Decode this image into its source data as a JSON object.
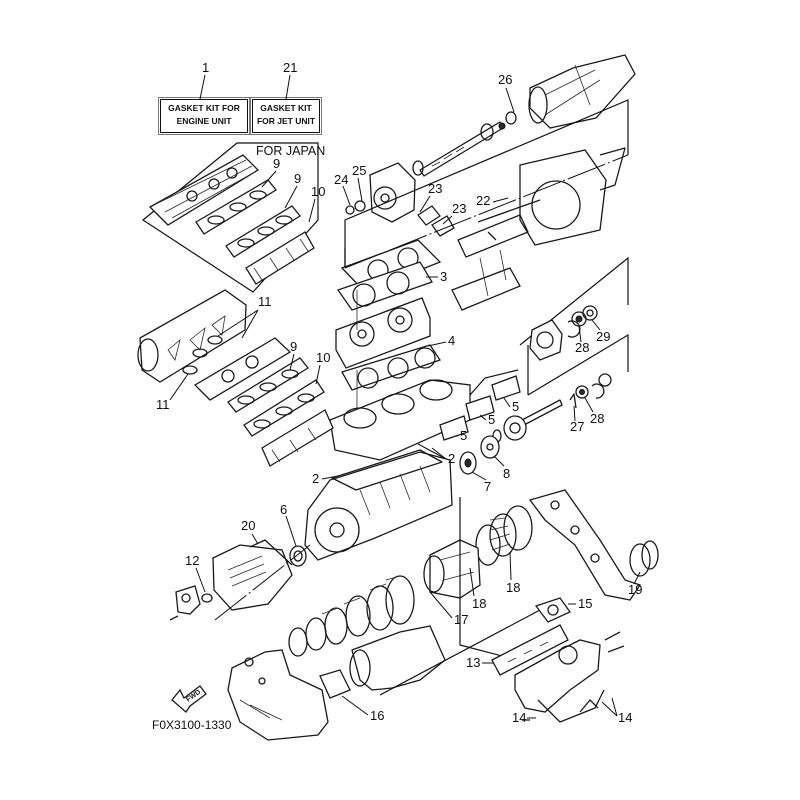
{
  "diagram": {
    "title": "Gasket kit exploded parts diagram",
    "drawing_code": "F0X3100-1330",
    "region_note": "FOR JAPAN",
    "direction_label": "FWD",
    "kits": [
      {
        "ref": "1",
        "lines": [
          "GASKET KIT FOR",
          "ENGINE UNIT"
        ]
      },
      {
        "ref": "21",
        "lines": [
          "GASKET KIT",
          "FOR JET UNIT"
        ]
      }
    ],
    "callouts": [
      {
        "id": "c9a",
        "ref": "9"
      },
      {
        "id": "c9b",
        "ref": "9"
      },
      {
        "id": "c10a",
        "ref": "10"
      },
      {
        "id": "c24",
        "ref": "24"
      },
      {
        "id": "c25",
        "ref": "25"
      },
      {
        "id": "c23a",
        "ref": "23"
      },
      {
        "id": "c23b",
        "ref": "23"
      },
      {
        "id": "c22",
        "ref": "22"
      },
      {
        "id": "c26",
        "ref": "26"
      },
      {
        "id": "c3",
        "ref": "3"
      },
      {
        "id": "c11a",
        "ref": "11"
      },
      {
        "id": "c11b",
        "ref": "11"
      },
      {
        "id": "c9c",
        "ref": "9"
      },
      {
        "id": "c10b",
        "ref": "10"
      },
      {
        "id": "c4",
        "ref": "4"
      },
      {
        "id": "c28a",
        "ref": "28"
      },
      {
        "id": "c29",
        "ref": "29"
      },
      {
        "id": "c5a",
        "ref": "5"
      },
      {
        "id": "c5b",
        "ref": "5"
      },
      {
        "id": "c5c",
        "ref": "5"
      },
      {
        "id": "c27",
        "ref": "27"
      },
      {
        "id": "c28b",
        "ref": "28"
      },
      {
        "id": "c2a",
        "ref": "2"
      },
      {
        "id": "c2b",
        "ref": "2"
      },
      {
        "id": "c7",
        "ref": "7"
      },
      {
        "id": "c8",
        "ref": "8"
      },
      {
        "id": "c6",
        "ref": "6"
      },
      {
        "id": "c20",
        "ref": "20"
      },
      {
        "id": "c12",
        "ref": "12"
      },
      {
        "id": "c18a",
        "ref": "18"
      },
      {
        "id": "c18b",
        "ref": "18"
      },
      {
        "id": "c19",
        "ref": "19"
      },
      {
        "id": "c17",
        "ref": "17"
      },
      {
        "id": "c15",
        "ref": "15"
      },
      {
        "id": "c13",
        "ref": "13"
      },
      {
        "id": "c16",
        "ref": "16"
      },
      {
        "id": "c14a",
        "ref": "14"
      },
      {
        "id": "c14b",
        "ref": "14"
      }
    ]
  }
}
